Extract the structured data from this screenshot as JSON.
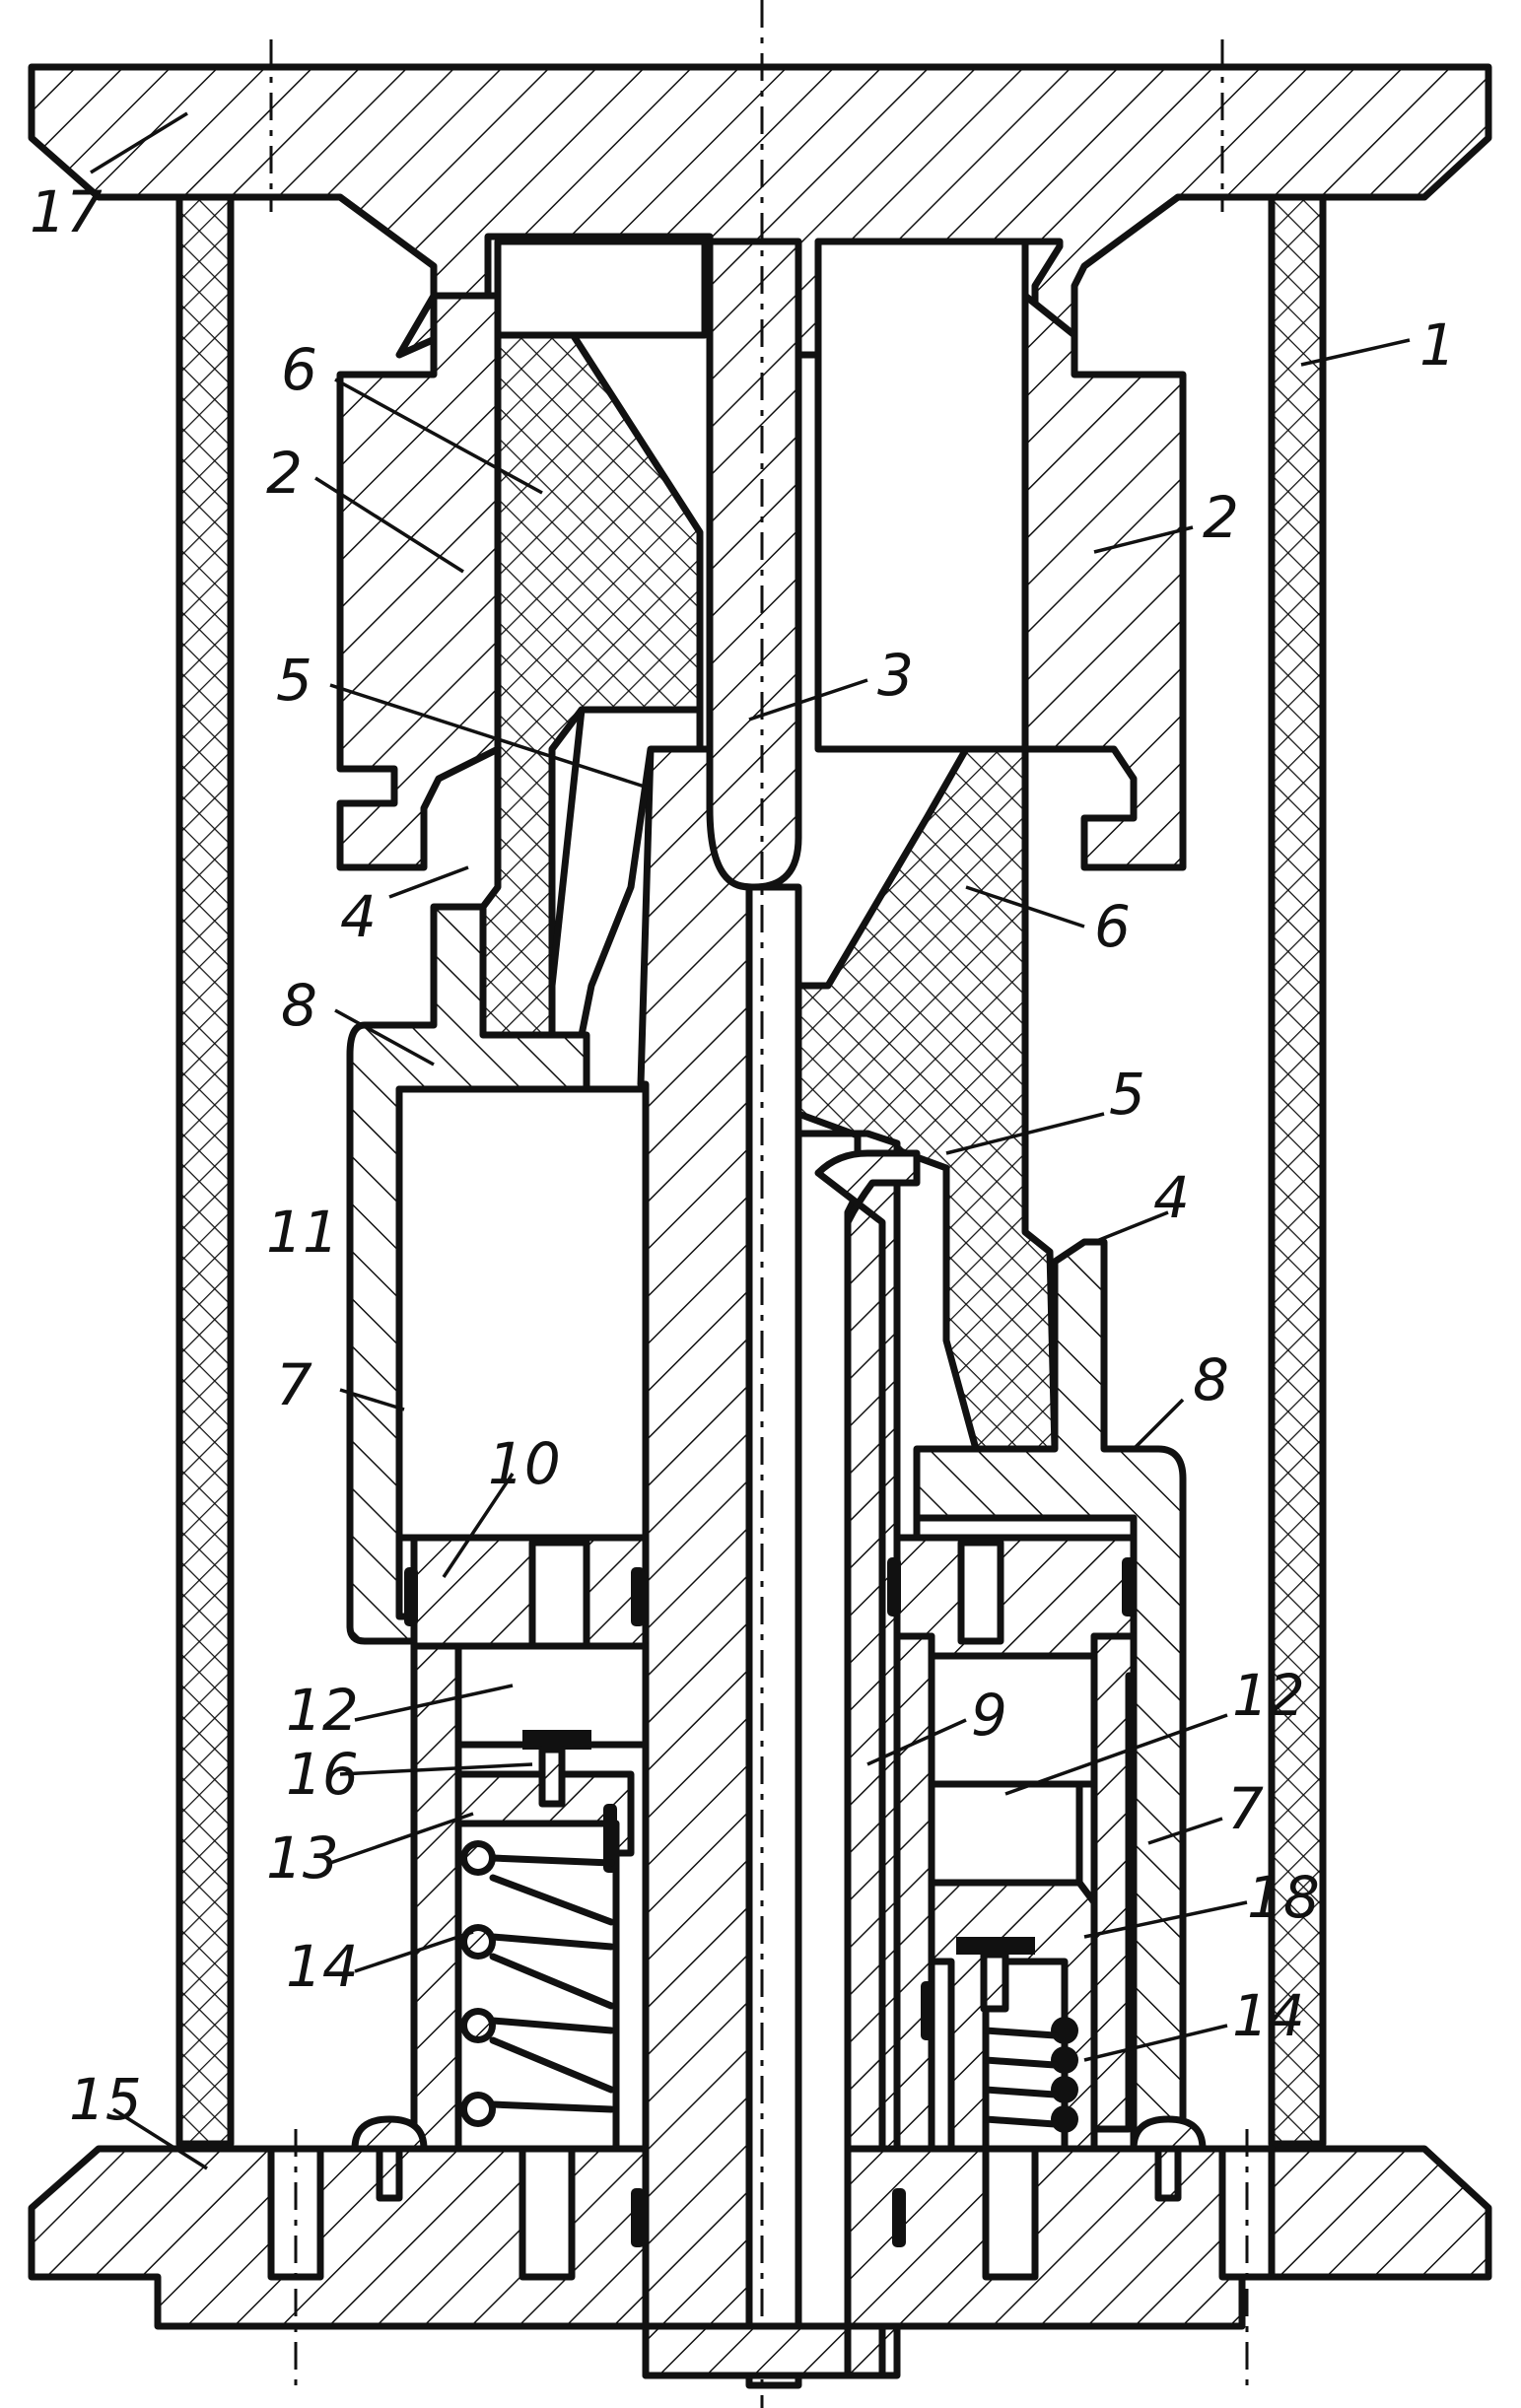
{
  "figure": {
    "labels": [
      {
        "id": "17",
        "text": "17"
      },
      {
        "id": "1",
        "text": "1"
      },
      {
        "id": "6-left",
        "text": "6"
      },
      {
        "id": "2-left",
        "text": "2"
      },
      {
        "id": "2-right",
        "text": "2"
      },
      {
        "id": "5-left",
        "text": "5"
      },
      {
        "id": "3",
        "text": "3"
      },
      {
        "id": "4-left",
        "text": "4"
      },
      {
        "id": "6-right",
        "text": "6"
      },
      {
        "id": "8-left",
        "text": "8"
      },
      {
        "id": "5-right",
        "text": "5"
      },
      {
        "id": "11",
        "text": "11"
      },
      {
        "id": "4-right",
        "text": "4"
      },
      {
        "id": "7-left",
        "text": "7"
      },
      {
        "id": "8-right",
        "text": "8"
      },
      {
        "id": "10",
        "text": "10"
      },
      {
        "id": "12-left",
        "text": "12"
      },
      {
        "id": "9",
        "text": "9"
      },
      {
        "id": "12-right",
        "text": "12"
      },
      {
        "id": "16",
        "text": "16"
      },
      {
        "id": "7-right",
        "text": "7"
      },
      {
        "id": "13",
        "text": "13"
      },
      {
        "id": "18",
        "text": "18"
      },
      {
        "id": "14-left",
        "text": "14"
      },
      {
        "id": "14-right",
        "text": "14"
      },
      {
        "id": "15",
        "text": "15"
      }
    ]
  }
}
